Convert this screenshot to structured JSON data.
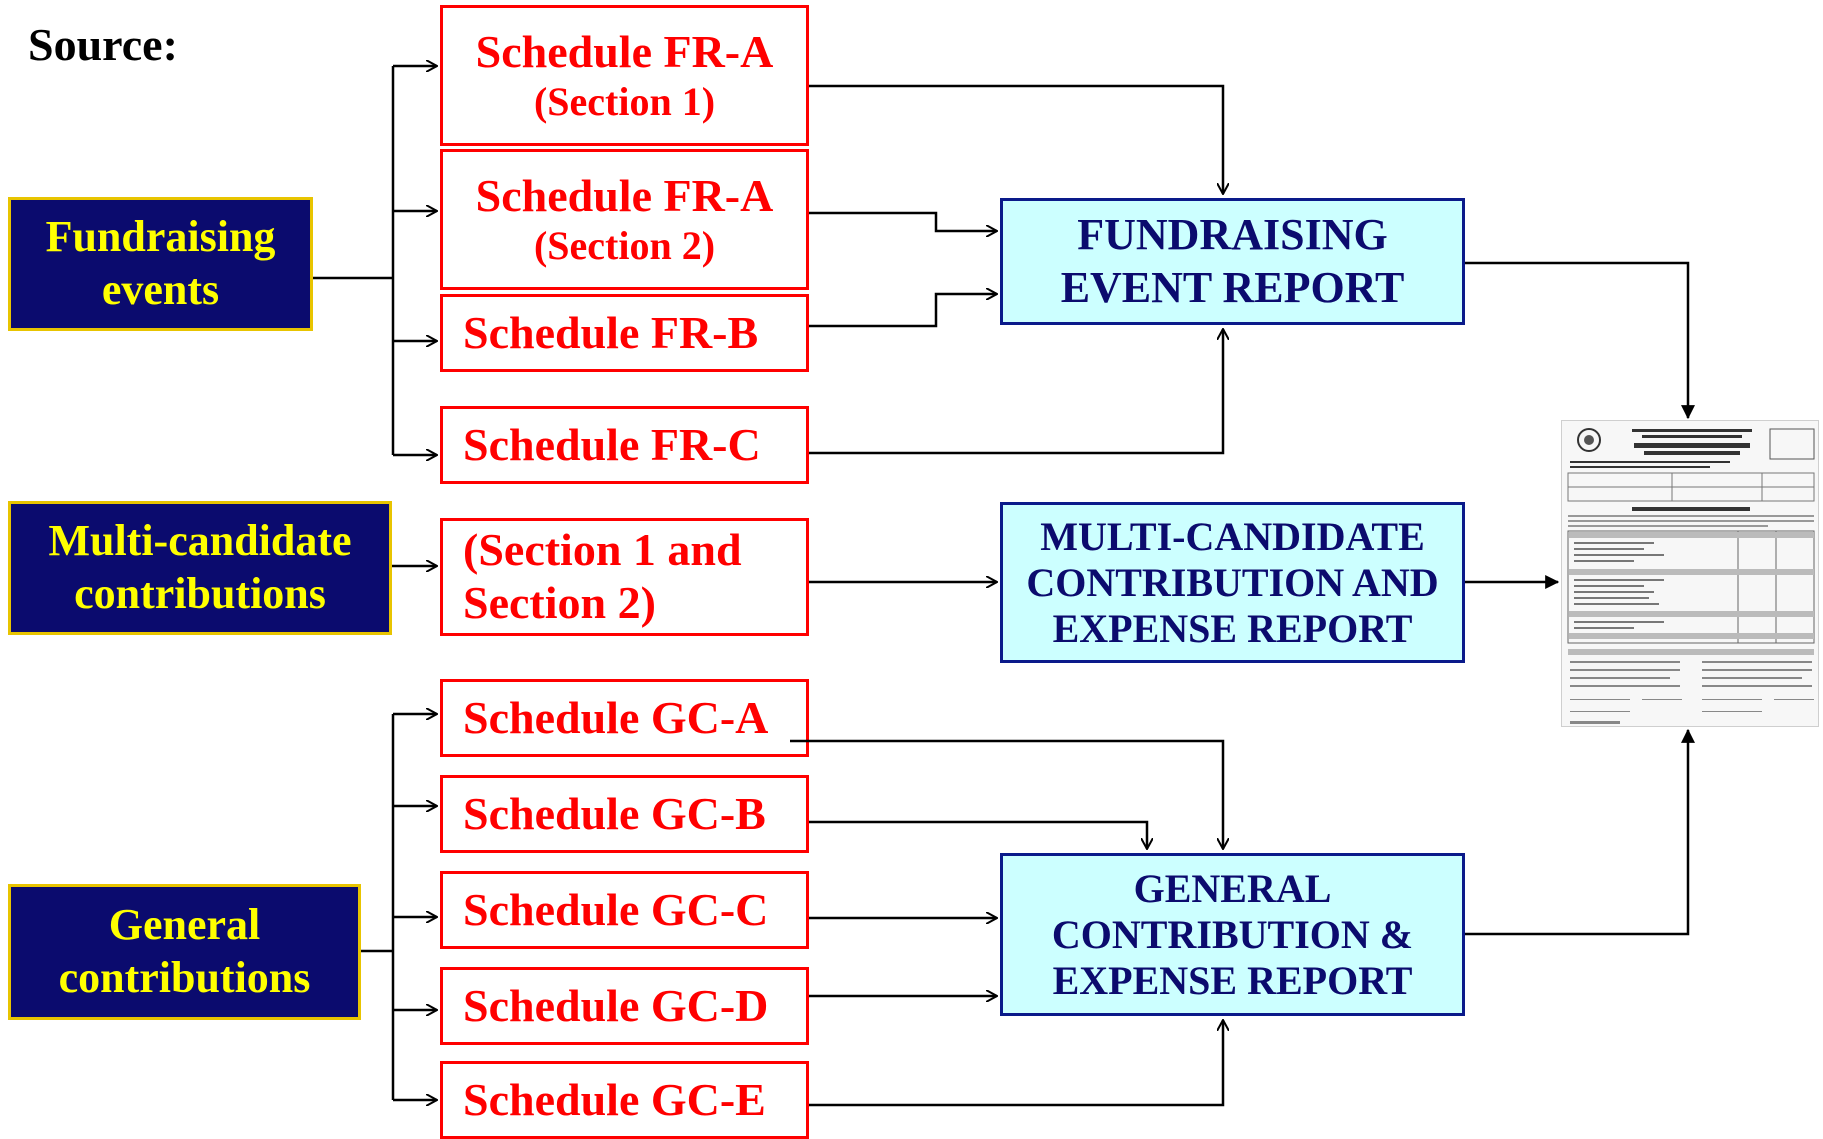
{
  "source_label": "Source:",
  "sources": {
    "fundraising": "Fundraising events",
    "multi": "Multi-candidate contributions",
    "general": "General contributions"
  },
  "schedules": {
    "fra1": {
      "title": "Schedule FR-A",
      "sub": "(Section 1)"
    },
    "fra2": {
      "title": "Schedule FR-A",
      "sub": "(Section 2)"
    },
    "frb": "Schedule FR-B",
    "frc": "Schedule FR-C",
    "mc_line1": "(Section 1 and",
    "mc_line2": "Section 2)",
    "gca": "Schedule GC-A",
    "gcb": "Schedule GC-B",
    "gcc": "Schedule GC-C",
    "gcd": "Schedule GC-D",
    "gce": "Schedule GC-E"
  },
  "reports": {
    "fundraising": "FUNDRAISING EVENT REPORT",
    "multi": "MULTI-CANDIDATE CONTRIBUTION AND EXPENSE REPORT",
    "general": "GENERAL CONTRIBUTION & EXPENSE REPORT"
  },
  "colors": {
    "source_bg": "#0b0b6e",
    "source_text": "#ffff00",
    "schedule_border": "#ff0000",
    "report_bg": "#ccffff",
    "report_text": "#0b0b6e"
  }
}
